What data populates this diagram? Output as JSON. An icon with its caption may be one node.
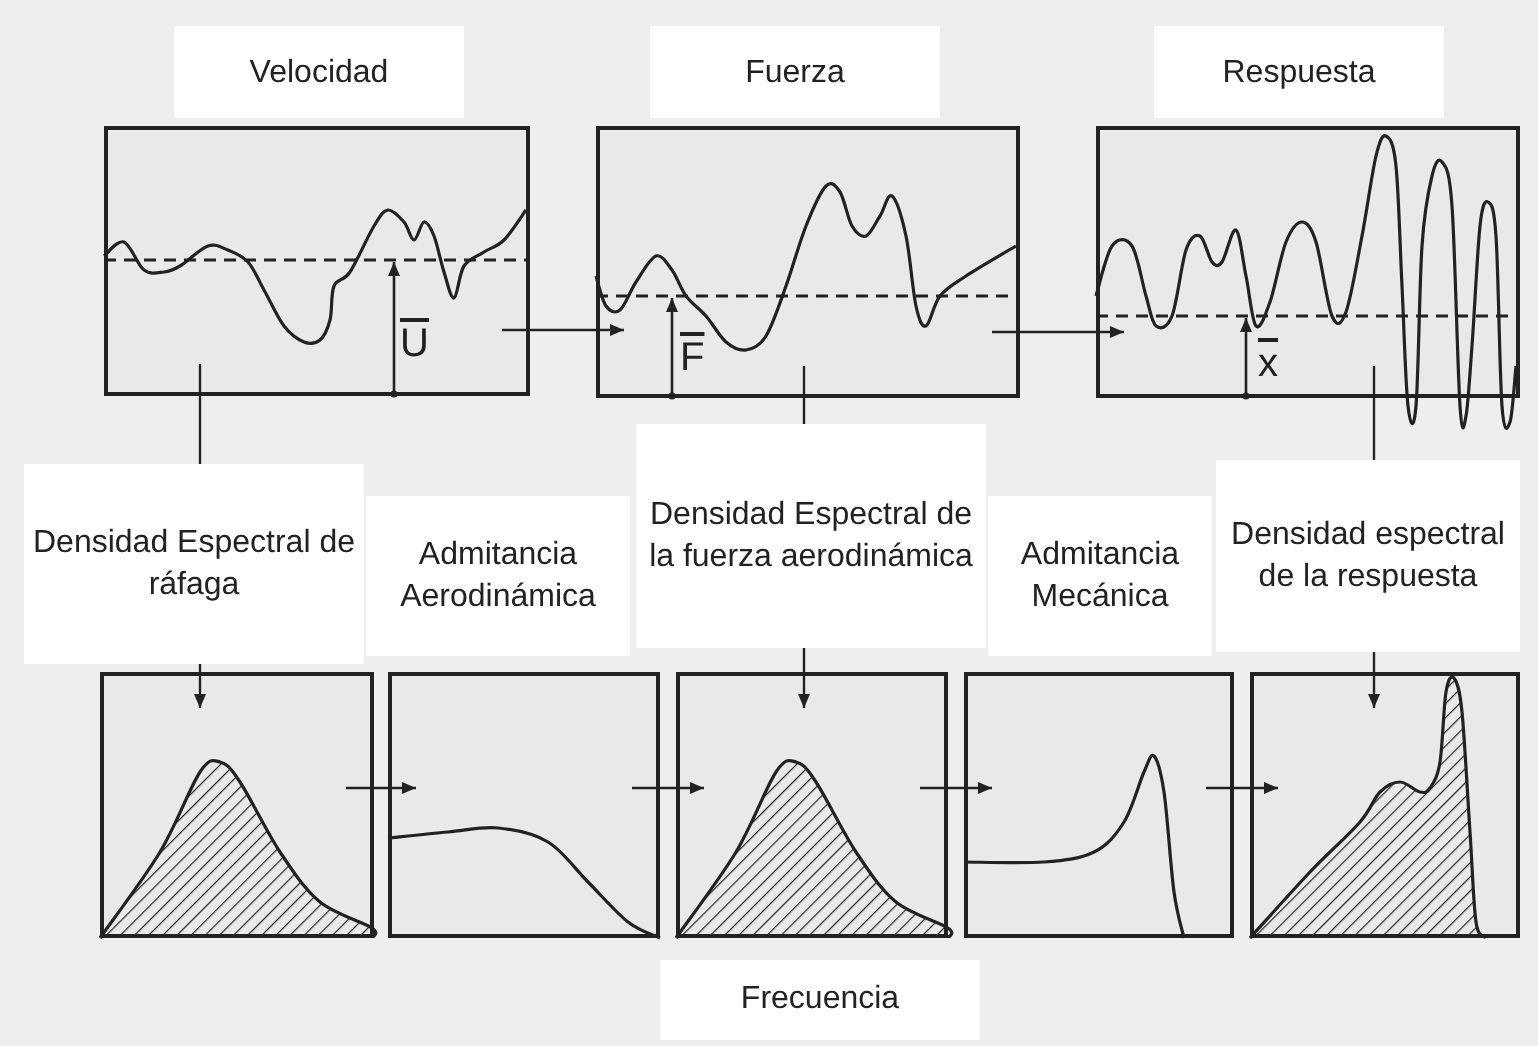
{
  "diagram": {
    "nodes": [
      {
        "text": [
          "Velocidad"
        ]
      },
      {
        "text": [
          "Fuerza"
        ]
      },
      {
        "text": [
          "Respuesta"
        ]
      },
      {
        "text": [
          "Densidad Espectral de ráfaga"
        ]
      },
      {
        "text": [
          "Admitancia Aerodinámica"
        ]
      },
      {
        "text": [
          "Densidad Espectral de la fuerza aerodinámica"
        ]
      },
      {
        "text": [
          "Admitancia Mecánica"
        ]
      },
      {
        "text": [
          "Densidad espectral de la respuesta"
        ]
      }
    ],
    "edges": [
      {
        "from": 0,
        "to": 1,
        "arrow": "to"
      },
      {
        "from": 1,
        "to": 2,
        "arrow": "to"
      },
      {
        "from": 0,
        "to": 3,
        "arrow": "to"
      },
      {
        "from": 1,
        "to": 5,
        "arrow": "to"
      },
      {
        "from": 2,
        "to": 7,
        "arrow": "to"
      },
      {
        "from": 3,
        "to": 4,
        "arrow": "to"
      },
      {
        "from": 4,
        "to": 5,
        "arrow": "to"
      },
      {
        "from": 5,
        "to": 6,
        "arrow": "to"
      },
      {
        "from": 6,
        "to": 7,
        "arrow": "to"
      }
    ],
    "labels": [
      "U",
      "F",
      "x",
      "Frecuencia"
    ]
  }
}
